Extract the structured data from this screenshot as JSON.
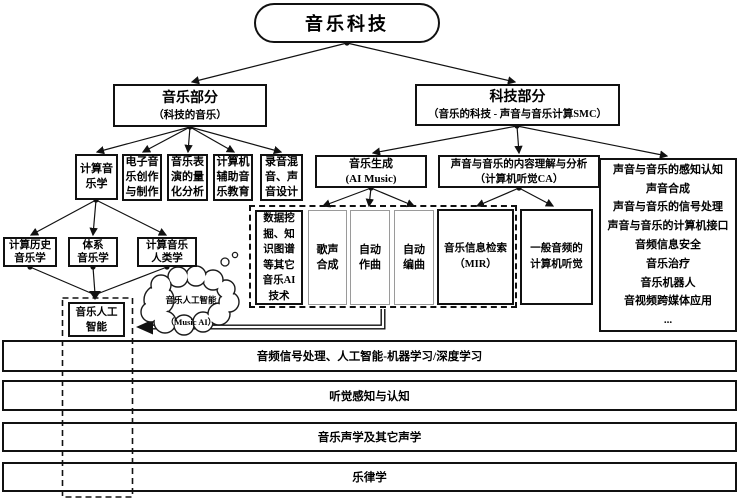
{
  "colors": {
    "ink": "#111111",
    "thin_border": "#9a9a9a",
    "background": "#ffffff"
  },
  "root": {
    "label": "音乐科技"
  },
  "music_part": {
    "title": "音乐部分",
    "subtitle": "（科技的音乐）"
  },
  "tech_part": {
    "title": "科技部分",
    "subtitle": "（音乐的科技 - 声音与音乐计算SMC）"
  },
  "music_children": [
    "计算音\n乐学",
    "电子音\n乐创作\n与制作",
    "音乐表\n演的量\n化分析",
    "计算机\n辅助音\n乐教育",
    "录音混\n音、声\n音设计"
  ],
  "music_gen": {
    "label": "音乐生成\n(AI Music)"
  },
  "content_analysis": {
    "label": "声音与音乐的内容理解与分析\n（计算机听觉CA）"
  },
  "tech_topics": [
    "声音与音乐的感知认知",
    "声音合成",
    "声音与音乐的信号处理",
    "声音与音乐的计算机接口",
    "音频信息安全",
    "音乐治疗",
    "音乐机器人",
    "音视频跨媒体应用",
    "..."
  ],
  "musicology_children": [
    "计算历史\n音乐学",
    "体系\n音乐学",
    "计算音乐\n人类学"
  ],
  "ai_cluster": {
    "data_mining": "数据挖\n掘、知\n识图谱\n等其它\n音乐AI\n技术",
    "singing_synthesis": "歌声\n合成",
    "auto_composition": "自动\n作曲",
    "auto_arrangement": "自动\n编曲",
    "mir": "音乐信息检索\n（MIR）"
  },
  "general_audio": {
    "label": "一般音频的\n计算机听觉"
  },
  "music_ai": {
    "label": "音乐人工\n智能"
  },
  "cloud": {
    "line1": "音乐人工智能",
    "line2": "（Music AI）"
  },
  "foundation_bars": [
    "音频信号处理、人工智能-机器学习/深度学习",
    "听觉感知与认知",
    "音乐声学及其它声学",
    "乐律学"
  ]
}
